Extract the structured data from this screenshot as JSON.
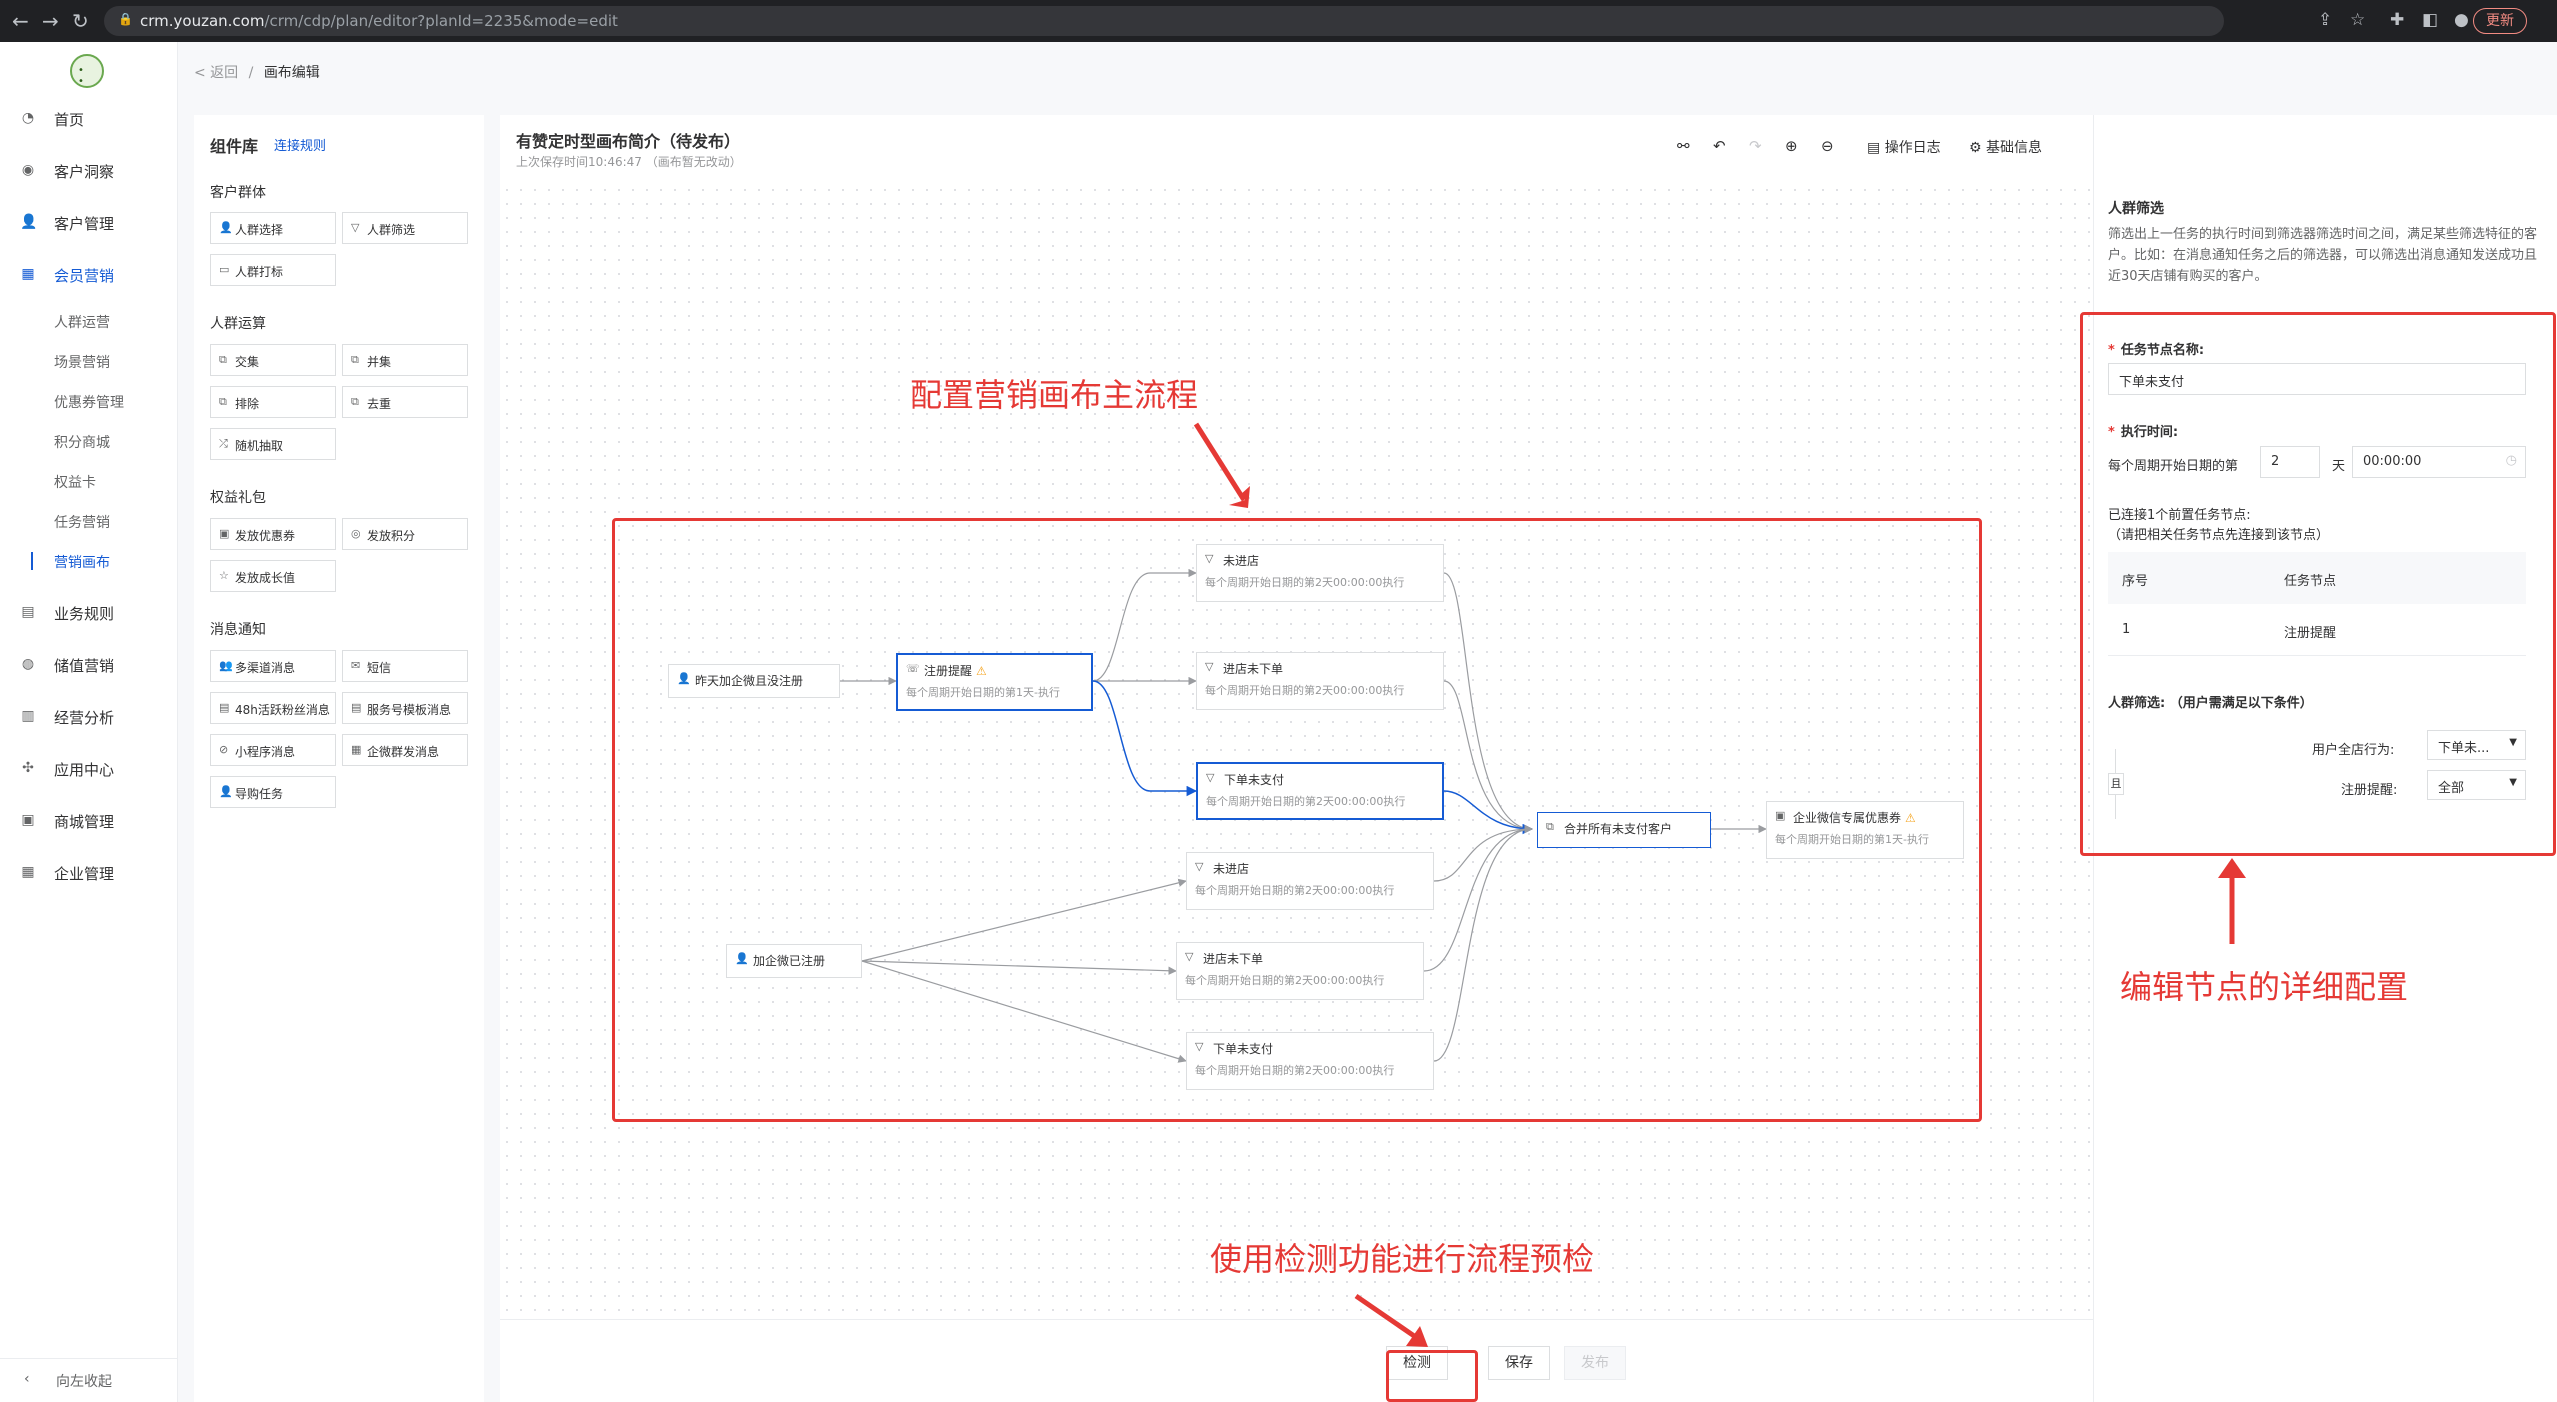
{
  "browser": {
    "url_domain": "crm.youzan.com",
    "url_path": "/crm/cdp/plan/editor?planId=2235&mode=edit",
    "update_label": "更新"
  },
  "sidebar": {
    "logo_text": "• •",
    "items": [
      {
        "label": "首页",
        "icon": "gauge-icon"
      },
      {
        "label": "客户洞察",
        "icon": "eye-icon"
      },
      {
        "label": "客户管理",
        "icon": "user-icon"
      },
      {
        "label": "会员营销",
        "icon": "gift-icon"
      },
      {
        "label": "业务规则",
        "icon": "doc-icon"
      },
      {
        "label": "储值营销",
        "icon": "coin-icon"
      },
      {
        "label": "经营分析",
        "icon": "chart-icon"
      },
      {
        "label": "应用中心",
        "icon": "apps-icon"
      },
      {
        "label": "商城管理",
        "icon": "shop-icon"
      },
      {
        "label": "企业管理",
        "icon": "building-icon"
      }
    ],
    "sub_items": [
      "人群运营",
      "场景营销",
      "优惠券管理",
      "积分商城",
      "权益卡",
      "任务营销",
      "营销画布"
    ],
    "collapse_label": "向左收起"
  },
  "breadcrumb": {
    "back": "< 返回",
    "separator": "/",
    "current": "画布编辑"
  },
  "library": {
    "title": "组件库",
    "link": "连接规则",
    "groups": [
      {
        "title": "客户群体",
        "items": [
          "人群选择",
          "人群筛选",
          "人群打标"
        ]
      },
      {
        "title": "人群运算",
        "items": [
          "交集",
          "并集",
          "排除",
          "去重",
          "随机抽取"
        ]
      },
      {
        "title": "权益礼包",
        "items": [
          "发放优惠券",
          "发放积分",
          "发放成长值"
        ]
      },
      {
        "title": "消息通知",
        "items": [
          "多渠道消息",
          "短信",
          "48h活跃粉丝消息",
          "服务号模板消息",
          "小程序消息",
          "企微群发消息",
          "导购任务"
        ]
      }
    ]
  },
  "canvas": {
    "title": "有赞定时型画布简介（待发布）",
    "subtitle": "上次保存时间10:46:47 （画布暂无改动）",
    "toolbar": {
      "log": "操作日志",
      "info": "基础信息"
    },
    "nodes": {
      "n1": {
        "title": "昨天加企微且没注册"
      },
      "n2": {
        "title": "注册提醒",
        "sub": "每个周期开始日期的第1天-执行"
      },
      "n3": {
        "title": "未进店",
        "sub": "每个周期开始日期的第2天00:00:00执行"
      },
      "n4": {
        "title": "进店未下单",
        "sub": "每个周期开始日期的第2天00:00:00执行"
      },
      "n5": {
        "title": "下单未支付",
        "sub": "每个周期开始日期的第2天00:00:00执行"
      },
      "n6": {
        "title": "合并所有未支付客户"
      },
      "n7": {
        "title": "企业微信专属优惠券",
        "sub": "每个周期开始日期的第1天-执行"
      },
      "n8": {
        "title": "加企微已注册"
      },
      "n9": {
        "title": "未进店",
        "sub": "每个周期开始日期的第2天00:00:00执行"
      },
      "n10": {
        "title": "进店未下单",
        "sub": "每个周期开始日期的第2天00:00:00执行"
      },
      "n11": {
        "title": "下单未支付",
        "sub": "每个周期开始日期的第2天00:00:00执行"
      }
    },
    "buttons": {
      "check": "检测",
      "save": "保存",
      "publish": "发布"
    }
  },
  "annotations": {
    "main_flow": "配置营销画布主流程",
    "node_config": "编辑节点的详细配置",
    "check": "使用检测功能进行流程预检"
  },
  "config": {
    "title": "人群筛选",
    "desc": "筛选出上一任务的执行时间到筛选器筛选时间之间，满足某些筛选特征的客户。比如：在消息通知任务之后的筛选器，可以筛选出消息通知发送成功且近30天店铺有购买的客户。",
    "name_label": "任务节点名称:",
    "name_value": "下单未支付",
    "time_label": "执行时间:",
    "time_prefix": "每个周期开始日期的第",
    "day_value": "2",
    "day_unit": "天",
    "time_value": "00:00:00",
    "connected_text": "已连接1个前置任务节点:",
    "connected_hint": "（请把相关任务节点先连接到该节点）",
    "table_headers": [
      "序号",
      "任务节点"
    ],
    "table_rows": [
      {
        "no": "1",
        "node": "注册提醒"
      }
    ],
    "filter_label": "人群筛选: （用户需满足以下条件）",
    "and_label": "且",
    "conditions": [
      {
        "label": "用户全店行为:",
        "value": "下单未..."
      },
      {
        "label": "注册提醒:",
        "value": "全部"
      }
    ]
  },
  "colors": {
    "accent": "#155bd4",
    "annotation": "#e53935",
    "warning": "#f5a623"
  }
}
